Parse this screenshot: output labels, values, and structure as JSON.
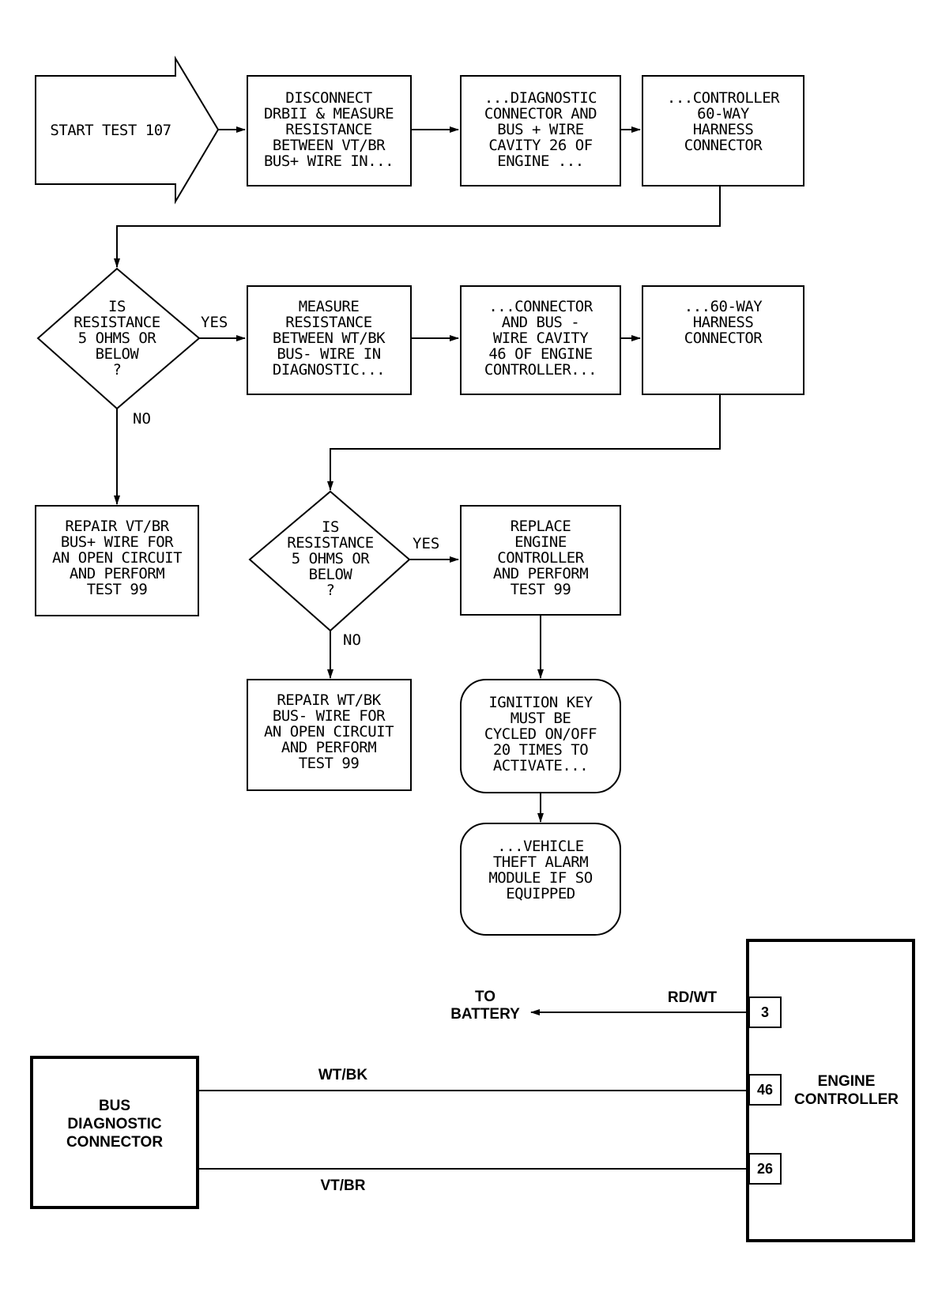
{
  "flowchart": {
    "start": "START TEST 107",
    "step1": [
      "DISCONNECT",
      "DRBII & MEASURE",
      "RESISTANCE",
      "BETWEEN VT/BR",
      "BUS+ WIRE IN..."
    ],
    "step2": [
      "...DIAGNOSTIC",
      "CONNECTOR AND",
      "BUS + WIRE",
      "CAVITY 26 OF",
      "ENGINE ..."
    ],
    "step3": [
      "...CONTROLLER",
      "60-WAY",
      "HARNESS",
      "CONNECTOR"
    ],
    "decision1": [
      "IS",
      "RESISTANCE",
      "5 OHMS OR",
      "BELOW",
      "?"
    ],
    "decision1_yes": "YES",
    "decision1_no": "NO",
    "step4": [
      "MEASURE",
      "RESISTANCE",
      "BETWEEN WT/BK",
      "BUS- WIRE IN",
      "DIAGNOSTIC..."
    ],
    "step5": [
      "...CONNECTOR",
      "AND BUS -",
      "WIRE CAVITY",
      "46 OF ENGINE",
      "CONTROLLER..."
    ],
    "step6": [
      "...60-WAY",
      "HARNESS",
      "CONNECTOR"
    ],
    "repair1": [
      "REPAIR VT/BR",
      "BUS+ WIRE FOR",
      "AN OPEN CIRCUIT",
      "AND PERFORM",
      "TEST 99"
    ],
    "decision2": [
      "IS",
      "RESISTANCE",
      "5 OHMS OR",
      "BELOW",
      "?"
    ],
    "decision2_yes": "YES",
    "decision2_no": "NO",
    "replace": [
      "REPLACE",
      "ENGINE",
      "CONTROLLER",
      "AND PERFORM",
      "TEST 99"
    ],
    "repair2": [
      "REPAIR WT/BK",
      "BUS- WIRE FOR",
      "AN OPEN CIRCUIT",
      "AND PERFORM",
      "TEST 99"
    ],
    "note1": [
      "IGNITION KEY",
      "MUST BE",
      "CYCLED ON/OFF",
      "20 TIMES TO",
      "ACTIVATE..."
    ],
    "note2": [
      "...VEHICLE",
      "THEFT ALARM",
      "MODULE IF SO",
      "EQUIPPED"
    ]
  },
  "wiring": {
    "to_battery": [
      "TO",
      "BATTERY"
    ],
    "wire_battery": "RD/WT",
    "wire_top": "WT/BK",
    "wire_bottom": "VT/BR",
    "bus_connector": [
      "BUS",
      "DIAGNOSTIC",
      "CONNECTOR"
    ],
    "engine_controller": [
      "ENGINE",
      "CONTROLLER"
    ],
    "pins": [
      "3",
      "46",
      "26"
    ]
  }
}
